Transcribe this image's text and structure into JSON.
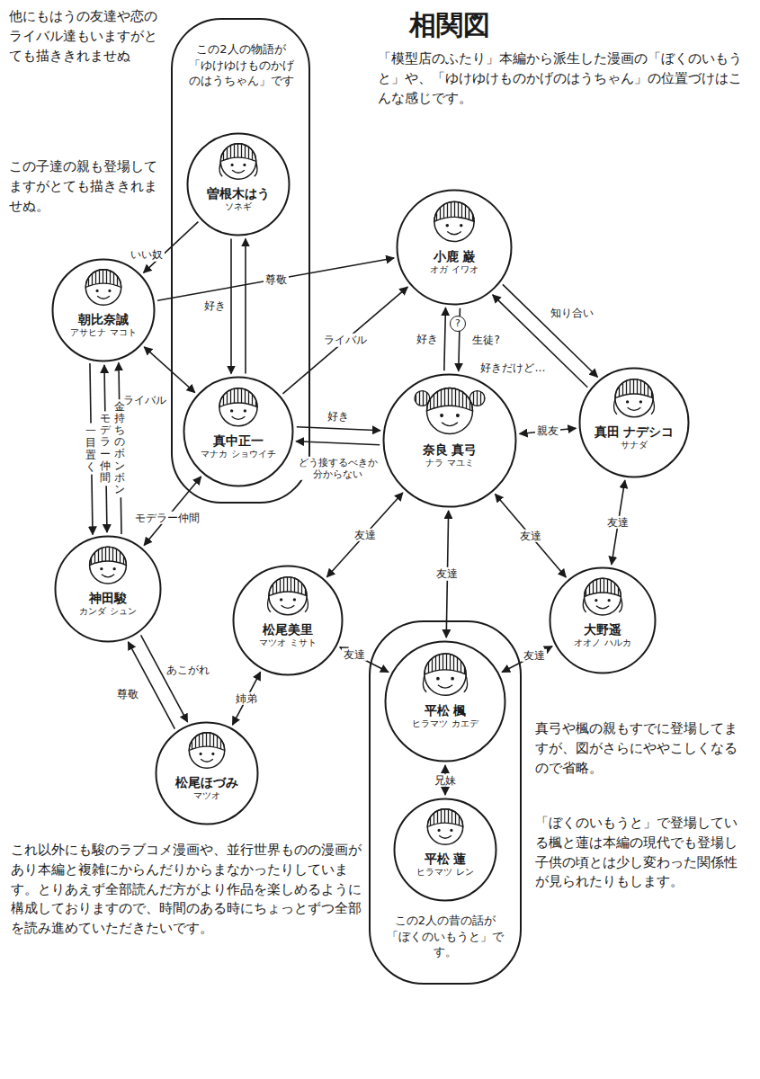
{
  "diagram": {
    "title": "相関図",
    "caption": "「模型店のふたり」本編から派生した漫画の「ぼくのいもうと」や、「ゆけゆけものかげのはうちゃん」の位置づけはこんな感じです。",
    "nodes": [
      {
        "text": [
          "この2人の物語が「ゆけゆけものかげのはうちゃん」です"
        ]
      },
      {
        "text": [
          "曽根木はう",
          "ソネギ"
        ],
        "in": 0
      },
      {
        "text": [
          "小鹿 巌",
          "オガ イワオ"
        ]
      },
      {
        "text": [
          "朝比奈誠",
          "アサヒナ マコト"
        ]
      },
      {
        "text": [
          "真中正一",
          "マナカ ショウイチ"
        ],
        "in": 0
      },
      {
        "text": [
          "奈良 真弓",
          "ナラ マユミ"
        ]
      },
      {
        "text": [
          "真田 ナデシコ",
          "サナダ"
        ]
      },
      {
        "text": [
          "神田駿",
          "カンダ シュン"
        ]
      },
      {
        "text": [
          "松尾美里",
          "マツオ ミサト"
        ]
      },
      {
        "text": [
          "大野遥",
          "オオノ ハルカ"
        ]
      },
      {
        "text": [
          "この2人の昔の話が「ぼくのいもうと」です。"
        ]
      },
      {
        "text": [
          "平松 楓",
          "ヒラマツ カエデ"
        ],
        "in": 10
      },
      {
        "text": [
          "平松 蓮",
          "ヒラマツ レン"
        ],
        "in": 10
      },
      {
        "text": [
          "松尾ほづみ",
          "マツオ"
        ]
      }
    ],
    "edges": [
      {
        "from": 3,
        "to": 2,
        "arrow": "to",
        "label": "尊敬"
      },
      {
        "from": 1,
        "to": 3,
        "arrow": "to",
        "label": "いい奴"
      },
      {
        "from": 1,
        "to": 4,
        "arrow": "to",
        "label": "好き"
      },
      {
        "from": 4,
        "to": 1,
        "arrow": "to"
      },
      {
        "from": 3,
        "to": 4,
        "arrow": "both",
        "label": "ライバル"
      },
      {
        "from": 4,
        "to": 2,
        "arrow": "to",
        "label": "ライバル"
      },
      {
        "from": 4,
        "to": 5,
        "arrow": "to",
        "label": "好き"
      },
      {
        "from": 5,
        "to": 4,
        "arrow": "to",
        "label": "どう接するべきか分からない"
      },
      {
        "from": 5,
        "to": 2,
        "arrow": "to",
        "label": "好き"
      },
      {
        "from": 2,
        "to": 5,
        "arrow": "to",
        "label": "生徒?"
      },
      {
        "from": 2,
        "to": 6,
        "arrow": "to",
        "label": "知り合い"
      },
      {
        "from": 6,
        "to": 2,
        "arrow": "to",
        "label": "好きだけど…"
      },
      {
        "from": 5,
        "to": 6,
        "arrow": "both",
        "label": "親友"
      },
      {
        "from": 6,
        "to": 9,
        "arrow": "both",
        "label": "友達"
      },
      {
        "from": 5,
        "to": 9,
        "arrow": "both",
        "label": "友達"
      },
      {
        "from": 5,
        "to": 8,
        "arrow": "both",
        "label": "友達"
      },
      {
        "from": 5,
        "to": 11,
        "arrow": "both",
        "label": "友達"
      },
      {
        "from": 8,
        "to": 11,
        "arrow": "both",
        "label": "友達"
      },
      {
        "from": 11,
        "to": 9,
        "arrow": "both",
        "label": "友達"
      },
      {
        "from": 11,
        "to": 12,
        "arrow": "both",
        "label": "兄妹"
      },
      {
        "from": 3,
        "to": 7,
        "arrow": "both",
        "label": "モデラー仲間"
      },
      {
        "from": 7,
        "to": 3,
        "arrow": "to",
        "label": "金持ちのボンボン"
      },
      {
        "from": 3,
        "to": 7,
        "arrow": "to",
        "label": "一目置く"
      },
      {
        "from": 4,
        "to": 7,
        "arrow": "both",
        "label": "モデラー仲間"
      },
      {
        "from": 7,
        "to": 13,
        "arrow": "to",
        "label": "あこがれ"
      },
      {
        "from": 13,
        "to": 7,
        "arrow": "to",
        "label": "尊敬"
      },
      {
        "from": 8,
        "to": 13,
        "arrow": "both",
        "label": "姉弟"
      }
    ],
    "labels": [
      "他にもはうの友達や恋のライバル達もいますがとても描ききれませぬ",
      "この子達の親も登場してますがとても描ききれませぬ。",
      "?",
      "真弓や楓の親もすでに登場してますが、図がさらにややこしくなるので省略。",
      "「ぼくのいもうと」で登場している楓と蓮は本編の現代でも登場し子供の頃とは少し変わった関係性が見られたりもします。",
      "これ以外にも駿のラブコメ漫画や、並行世界ものの漫画があり本編と複雑にからんだりからまなかったりしています。とりあえず全部読んだ方がより作品を楽しめるように構成しておりますので、時間のある時にちょっとずつ全部を読み進めていただきたいです。"
    ]
  }
}
